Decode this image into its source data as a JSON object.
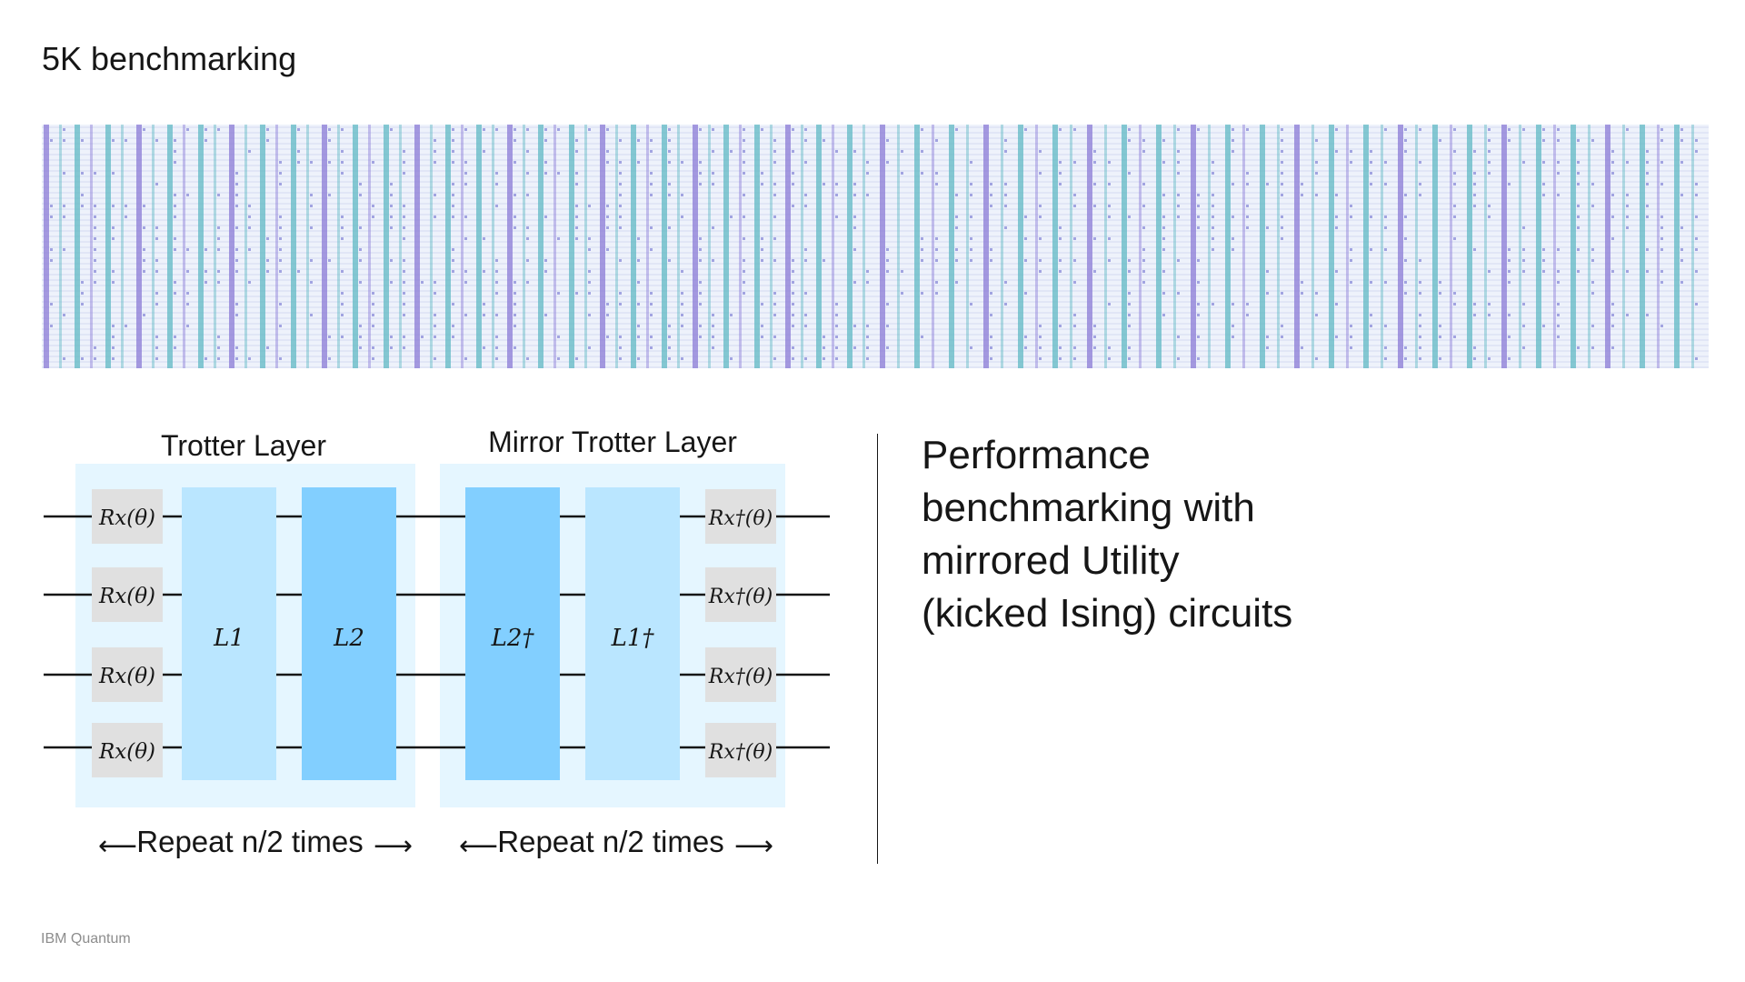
{
  "title": "5K benchmarking",
  "description_lines": [
    "Performance",
    "benchmarking with",
    "mirrored Utility",
    "(kicked Ising) circuits"
  ],
  "footer": "IBM Quantum",
  "diagram": {
    "trotter_label": "Trotter Layer",
    "mirror_label": "Mirror Trotter Layer",
    "gate_rx": "Rx(θ)",
    "gate_rx_dagger": "Rx†(θ)",
    "l1": "L1",
    "l2": "L2",
    "l1_dagger": "L1†",
    "l2_dagger": "L2†",
    "repeat_label": "Repeat n/2 times",
    "qubit_count": 4
  },
  "colors": {
    "panel_bg": "#e5f6ff",
    "gate_gray": "#e0e0e0",
    "block_light": "#bae6ff",
    "block_dark": "#82cfff",
    "wire": "#161616",
    "strip_purple": "#8a7ad6",
    "strip_teal": "#5fb8c4",
    "strip_grid": "#b9c3e6"
  }
}
